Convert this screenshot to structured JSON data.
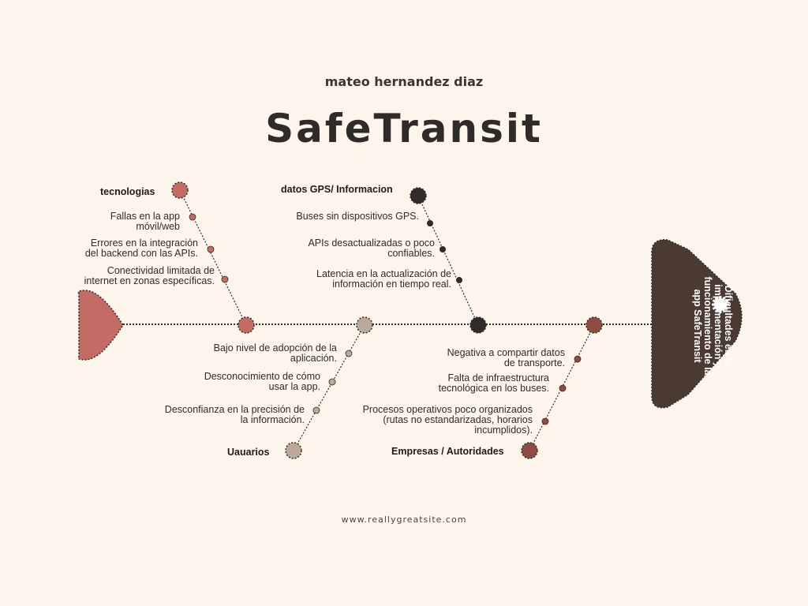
{
  "header": {
    "author": "mateo hernandez diaz",
    "title": "SafeTransit"
  },
  "problem": "Dificultades en la implementación y funcionamiento de la app SafeTransit",
  "categories": {
    "tecnologias": {
      "name": "tecnologias",
      "color": "#c46b66",
      "causes": [
        [
          "Fallas en la app",
          "móvil/web"
        ],
        [
          "Errores en la integración",
          "del backend con las APIs."
        ],
        [
          "Conectividad limitada de",
          "internet en zonas específicas."
        ]
      ]
    },
    "datos": {
      "name": "datos GPS/ Informacion",
      "color": "#2e2b28",
      "causes": [
        [
          "Buses sin dispositivos GPS."
        ],
        [
          "APIs desactualizadas o poco",
          "confiables."
        ],
        [
          "Latencia en la actualización de",
          "información en tiempo real."
        ]
      ]
    },
    "usuarios": {
      "name": "Uauarios",
      "color": "#bca99a",
      "causes": [
        [
          "Bajo nivel de adopción de la",
          "aplicación."
        ],
        [
          "Desconocimiento de cómo",
          "usar la app."
        ],
        [
          "Desconfianza en la precisión de",
          "la información."
        ]
      ]
    },
    "empresas": {
      "name": "Empresas / Autoridades",
      "color": "#8e4d42",
      "causes": [
        [
          "Negativa a compartir datos",
          "de transporte."
        ],
        [
          "Falta de infraestructura",
          "tecnológica en los buses."
        ],
        [
          "Procesos operativos poco organizados",
          "(rutas no estandarizadas, horarios",
          "incumplidos)."
        ]
      ]
    }
  },
  "colors": {
    "background": "#fdf5ec",
    "tail": "#c46b66",
    "head": "#4a3a32",
    "spine": "#2e2b28"
  },
  "icons": {
    "head_icon": "gear-icon"
  },
  "footer": {
    "url": "www.reallygreatsite.com"
  }
}
